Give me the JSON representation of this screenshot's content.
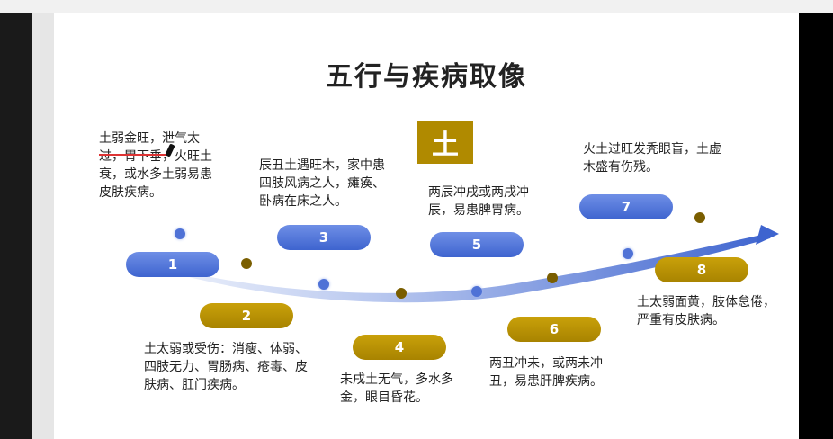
{
  "title": "五行与疾病取像",
  "center_label": "土",
  "items": [
    {
      "num": "1",
      "text": "土弱金旺，泄气太过，胃下垂，火旺土衰，或水多土弱易患皮肤疾病。"
    },
    {
      "num": "2",
      "text": "土太弱或受伤：消瘦、体弱、四肢无力、胃肠病、疮毒、皮肤病、肛门疾病。"
    },
    {
      "num": "3",
      "text": "辰丑土遇旺木，家中患四肢风病之人，瘫痪、卧病在床之人。"
    },
    {
      "num": "4",
      "text": "未戌土无气，多水多金，眼目昏花。"
    },
    {
      "num": "5",
      "text": "两辰冲戌或两戌冲辰，易患脾胃病。"
    },
    {
      "num": "6",
      "text": "两丑冲未，或两未冲丑，易患肝脾疾病。"
    },
    {
      "num": "7",
      "text": "火土过旺发秃眼盲，土虚木盛有伤残。"
    },
    {
      "num": "8",
      "text": "土太弱面黄，肢体怠倦，严重有皮肤病。"
    }
  ]
}
